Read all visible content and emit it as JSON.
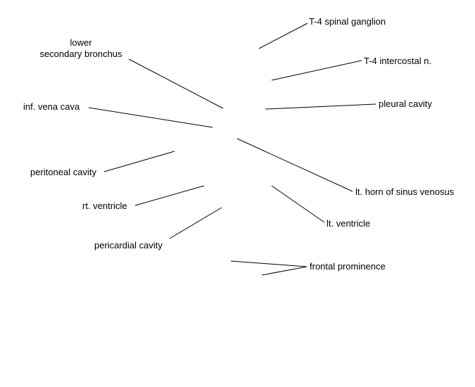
{
  "labels": {
    "t4_spinal_ganglion": "T-4 spinal ganglion",
    "lower_secondary_bronchus": {
      "line1": "lower",
      "line2": "secondary bronchus"
    },
    "t4_intercostal_n": "T-4 intercostal n.",
    "inf_vena_cava": "inf. vena cava",
    "pleural_cavity": "pleural cavity",
    "peritoneal_cavity": "peritoneal cavity",
    "lt_horn_sinus_venosus": "lt. horn of sinus venosus",
    "rt_ventricle": "rt. ventricle",
    "lt_ventricle": "lt. ventricle",
    "pericardial_cavity": "pericardial cavity",
    "frontal_prominence": "frontal prominence"
  }
}
